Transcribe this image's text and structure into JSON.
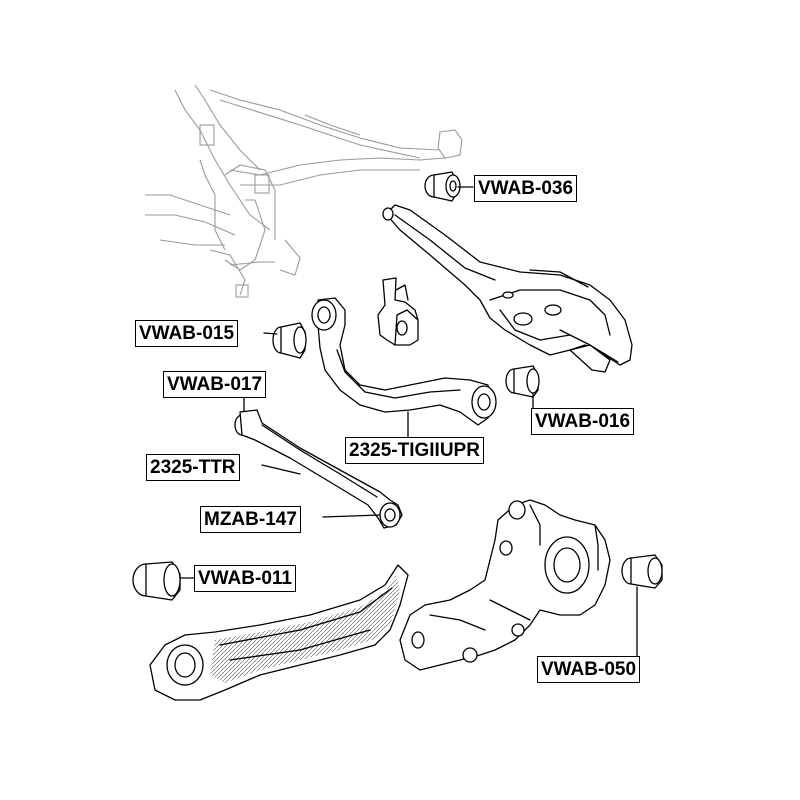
{
  "parts": {
    "vwab_036": "VWAB-036",
    "vwab_015": "VWAB-015",
    "vwab_017": "VWAB-017",
    "vwab_016": "VWAB-016",
    "tigiiupr": "2325-TIGIIUPR",
    "ttr": "2325-TTR",
    "mzab_147": "MZAB-147",
    "vwab_011": "VWAB-011",
    "vwab_050": "VWAB-050"
  }
}
